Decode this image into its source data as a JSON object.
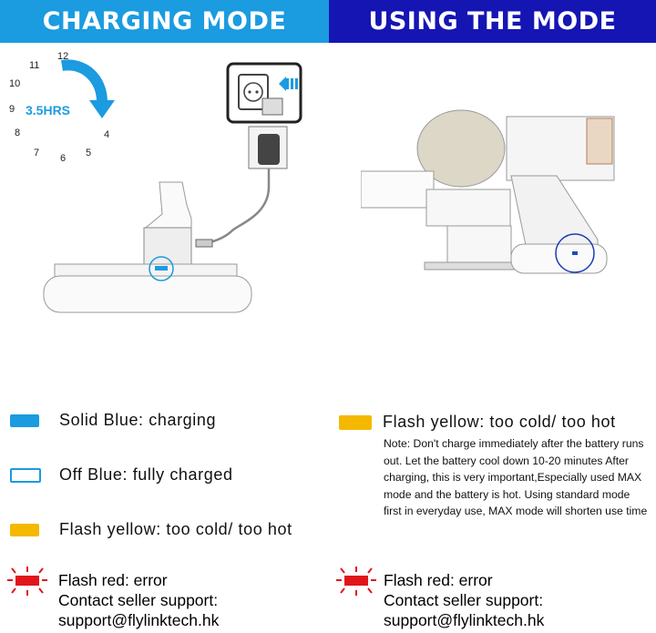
{
  "banners": {
    "left": "CHARGING MODE",
    "right": "USING THE MODE"
  },
  "clock": {
    "numbers": [
      "12",
      "11",
      "10",
      "9",
      "8",
      "7",
      "6",
      "5",
      "4"
    ],
    "duration": "3.5HRS"
  },
  "legend_left": [
    {
      "label": "Solid Blue: charging",
      "color": "#1b9be0",
      "style": "solid"
    },
    {
      "label": "Off Blue: fully charged",
      "color": "#1b9be0",
      "style": "outline"
    },
    {
      "label": "Flash yellow: too cold/ too hot",
      "color": "#f5b800",
      "style": "solid"
    }
  ],
  "legend_right": {
    "label": "Flash yellow: too cold/ too hot",
    "color": "#f5b800"
  },
  "note": "Note: Don't charge immediately after the battery runs out. Let the battery cool down 10-20 minutes After charging, this is very important,Especially used MAX mode and the battery is hot. Using standard mode first in everyday use, MAX mode will shorten use time",
  "error_block": {
    "line1": "Flash red: error",
    "line2": "Contact seller support:",
    "line3": "support@flylinktech.hk",
    "color": "#e0161b"
  },
  "icons": [
    "clock-arrow-icon",
    "wall-socket-icon",
    "charger-plug-icon",
    "battery-icon",
    "vacuum-icon",
    "red-flash-led-icon"
  ]
}
